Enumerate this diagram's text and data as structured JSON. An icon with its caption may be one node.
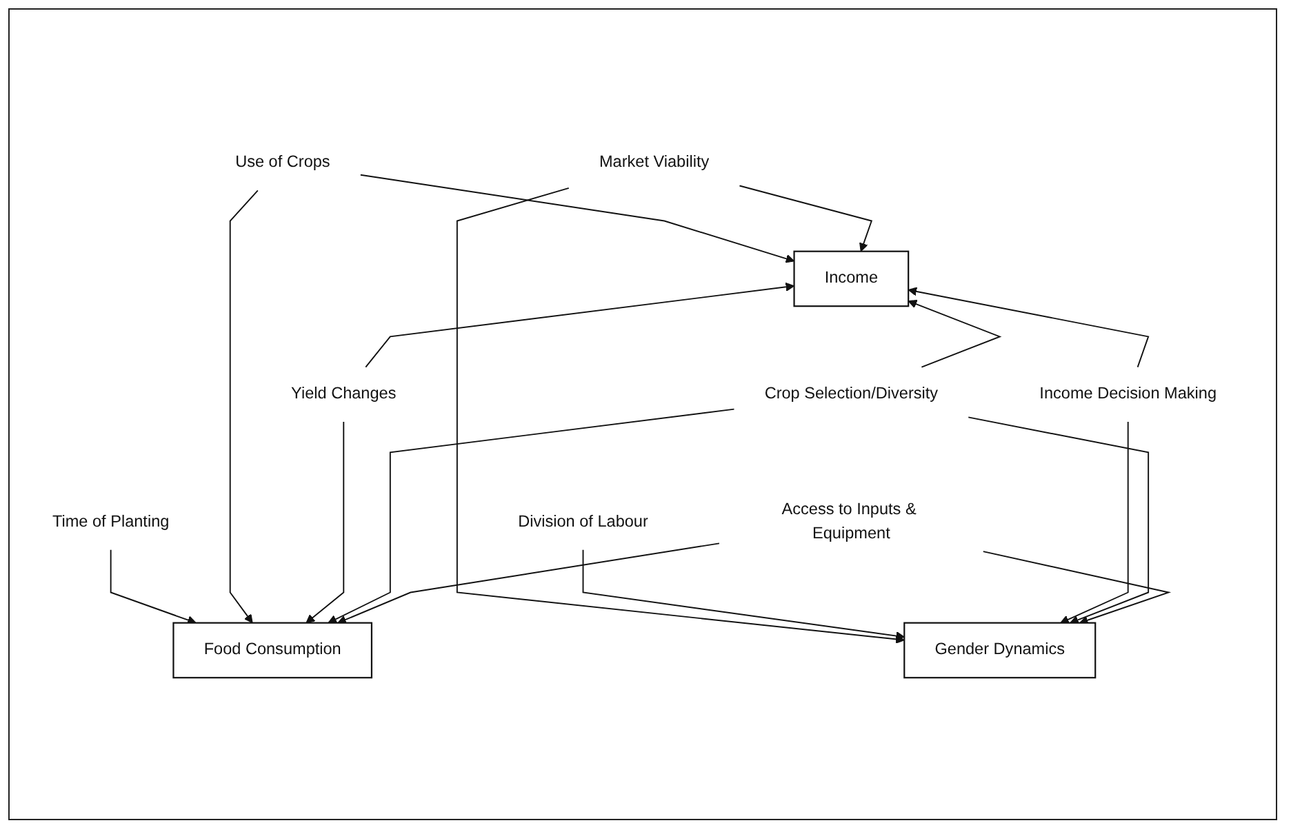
{
  "diagram": {
    "nodes": [
      {
        "text": [
          "Time of Planting"
        ]
      },
      {
        "text": [
          "Use of Crops"
        ]
      },
      {
        "text": [
          "Market Viability"
        ]
      },
      {
        "text": [
          "Division of Labour"
        ]
      },
      {
        "text": [
          "Food Consumption"
        ]
      },
      {
        "text": [
          "Income"
        ]
      },
      {
        "text": [
          "Gender Dynamics"
        ]
      },
      {
        "text": [
          "Yield Changes"
        ]
      },
      {
        "text": [
          "Income Decision Making"
        ]
      },
      {
        "text": [
          "Crop Selection/Diversity"
        ]
      },
      {
        "text": [
          "Access to Inputs & Equipment"
        ]
      }
    ],
    "edges": [
      {
        "from": 0,
        "to": 4,
        "arrow": "to"
      },
      {
        "from": 1,
        "to": 4,
        "arrow": "to"
      },
      {
        "from": 1,
        "to": 5,
        "arrow": "to"
      },
      {
        "from": 2,
        "to": 5,
        "arrow": "to"
      },
      {
        "from": 2,
        "to": 6,
        "arrow": "to"
      },
      {
        "from": 3,
        "to": 6,
        "arrow": "to"
      },
      {
        "from": 7,
        "to": 4,
        "arrow": "to"
      },
      {
        "from": 7,
        "to": 5,
        "arrow": "to"
      },
      {
        "from": 8,
        "to": 5,
        "arrow": "to"
      },
      {
        "from": 8,
        "to": 6,
        "arrow": "to"
      },
      {
        "from": 9,
        "to": 4,
        "arrow": "to"
      },
      {
        "from": 9,
        "to": 5,
        "arrow": "to"
      },
      {
        "from": 9,
        "to": 6,
        "arrow": "to"
      },
      {
        "from": 10,
        "to": 4,
        "arrow": "to"
      },
      {
        "from": 10,
        "to": 6,
        "arrow": "to"
      }
    ]
  }
}
